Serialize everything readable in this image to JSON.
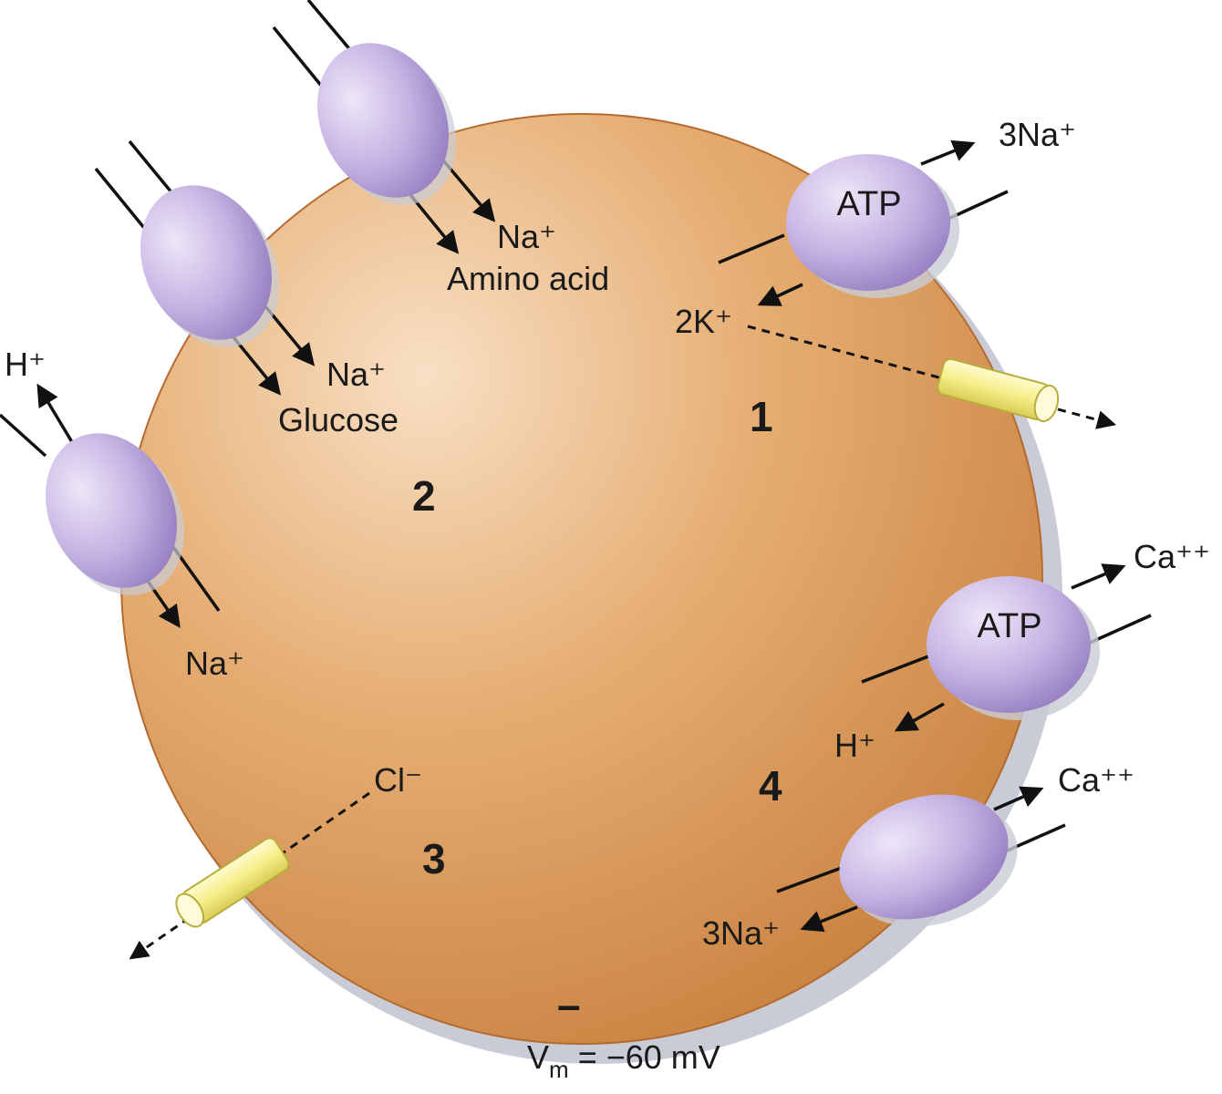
{
  "labels": {
    "na_amino": "Na⁺",
    "amino_acid": "Amino acid",
    "na_glucose": "Na⁺",
    "glucose": "Glucose",
    "h_top_left": "H⁺",
    "na_left": "Na⁺",
    "na3_out": "3Na⁺",
    "k2_in": "2K⁺",
    "atp_1": "ATP",
    "atp_2": "ATP",
    "ca_top": "Ca⁺⁺",
    "h_bottom": "H⁺",
    "ca_bottom": "Ca⁺⁺",
    "na3_in": "3Na⁺",
    "cl": "Cl⁻",
    "region_1": "1",
    "region_2": "2",
    "region_3": "3",
    "region_4": "4",
    "minus_sign": "–",
    "vm_v": "V",
    "vm_sub": "m",
    "vm_rest": " = −60 mV"
  },
  "colors": {
    "cell_light": "#f6d9b8",
    "cell_dark": "#cf8a46",
    "cell_edge": "#b56a30",
    "protein_light": "#e7dcf5",
    "protein_dark": "#9d86c6",
    "channel": "#f7f09a",
    "shadow": "#c9ccd6"
  }
}
